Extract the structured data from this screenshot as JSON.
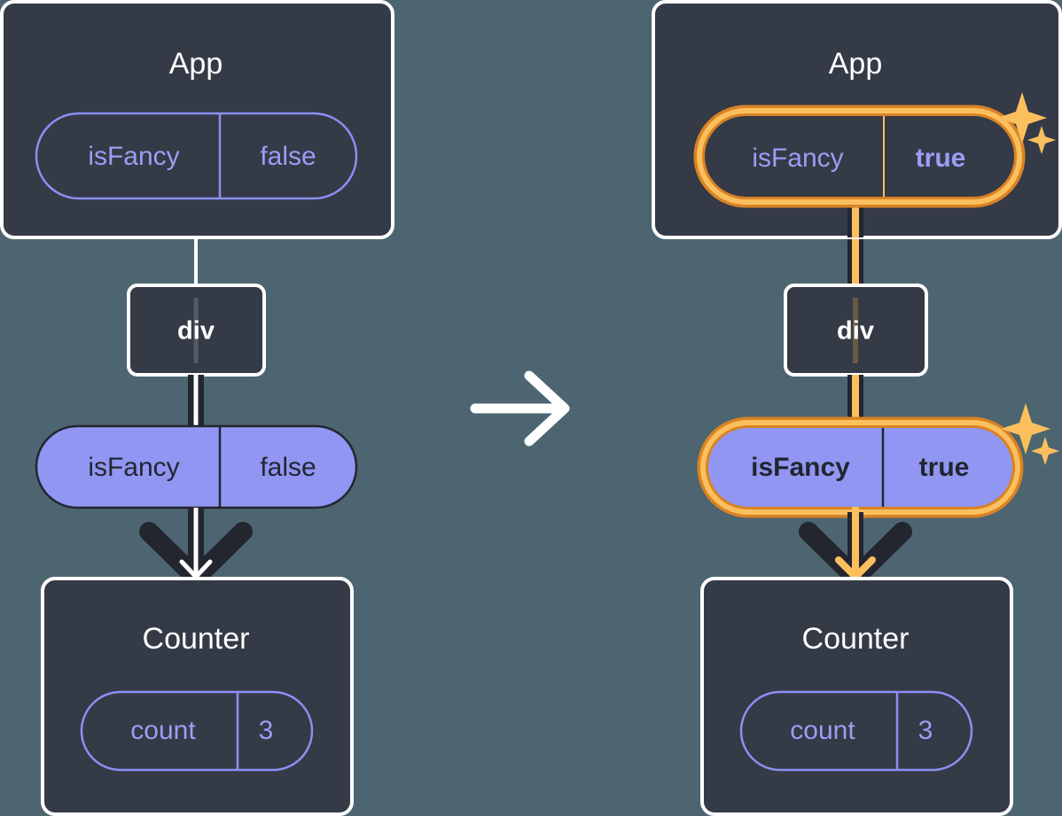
{
  "meta": {
    "description": "React re-render diagram: state change propagating from App through div to Counter",
    "background_color": "#4d6570",
    "card_fill": "#343a46",
    "card_border": "#ffffff",
    "pill_purple": "#9096f2",
    "pill_outline_stroke": "#8b8ff2",
    "highlight_orange_outer": "#d98324",
    "highlight_orange_inner": "#fbbf5e",
    "wire_dark": "#23262f"
  },
  "transition": {
    "arrow_icon": "arrow-right-icon",
    "label": "→"
  },
  "left": {
    "app": {
      "title": "App",
      "state_pill": {
        "key": "isFancy",
        "value": "false",
        "style": "outline",
        "highlighted": false
      }
    },
    "div": {
      "label": "div"
    },
    "prop_pill": {
      "key": "isFancy",
      "value": "false",
      "style": "solid",
      "highlighted": false
    },
    "counter": {
      "title": "Counter",
      "state_pill": {
        "key": "count",
        "value": "3",
        "style": "outline",
        "highlighted": false
      }
    }
  },
  "right": {
    "app": {
      "title": "App",
      "state_pill": {
        "key": "isFancy",
        "value": "true",
        "style": "outline",
        "highlighted": true,
        "sparkle_icon": "sparkles-icon"
      }
    },
    "div": {
      "label": "div"
    },
    "prop_pill": {
      "key": "isFancy",
      "value": "true",
      "style": "solid",
      "highlighted": true,
      "sparkle_icon": "sparkles-icon"
    },
    "counter": {
      "title": "Counter",
      "state_pill": {
        "key": "count",
        "value": "3",
        "style": "outline",
        "highlighted": false
      }
    }
  }
}
